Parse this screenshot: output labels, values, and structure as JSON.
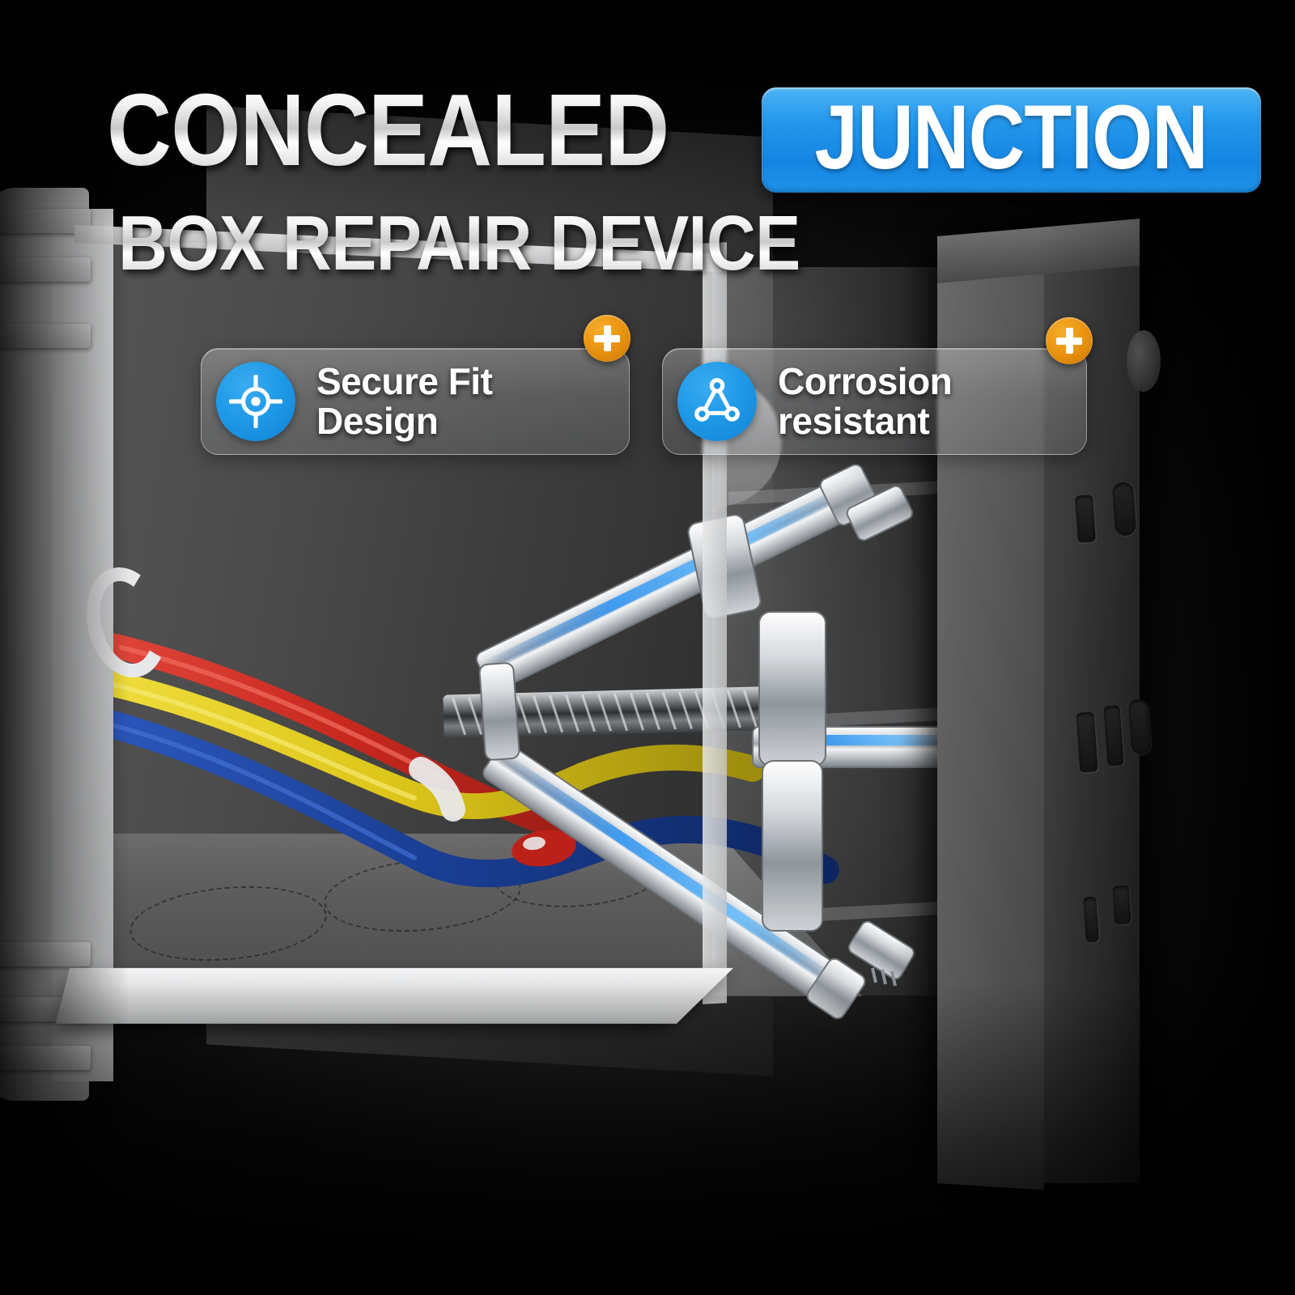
{
  "headline": {
    "line1_left": "CONCEALED",
    "line1_badge": "JUNCTION",
    "line2": "BOX REPAIR DEVICE"
  },
  "features": [
    {
      "label": "Secure Fit\nDesign",
      "label_line1": "Secure Fit",
      "label_line2": "Design",
      "icon": "crosshair-target-icon",
      "badge": "plus-icon"
    },
    {
      "label": "Corrosion\nresistant",
      "label_line1": "Corrosion",
      "label_line2": "resistant",
      "icon": "triangle-nodes-icon",
      "badge": "plus-icon"
    }
  ],
  "colors": {
    "background": "#000000",
    "accent_blue": "#1f9ae8",
    "badge_blue": "#2397ec",
    "plus_orange": "#e8920f",
    "wire_red": "#c8281e",
    "wire_yellow": "#ddc61a",
    "wire_blue": "#1a3f96",
    "metal_chrome": "#d8dadd",
    "rim_light_blue": "#2f8fe0",
    "box_white": "#e9eaec",
    "cavity_gray": "#4a4a4a",
    "faceplate_dark": "#3e3e3e"
  },
  "product_scene": {
    "description": "Cutaway junction box with colored wires and a chrome toggle-clamp repair tool",
    "wires": [
      "red",
      "yellow",
      "blue"
    ],
    "tool": "threaded-rod-scissor-clamp"
  }
}
